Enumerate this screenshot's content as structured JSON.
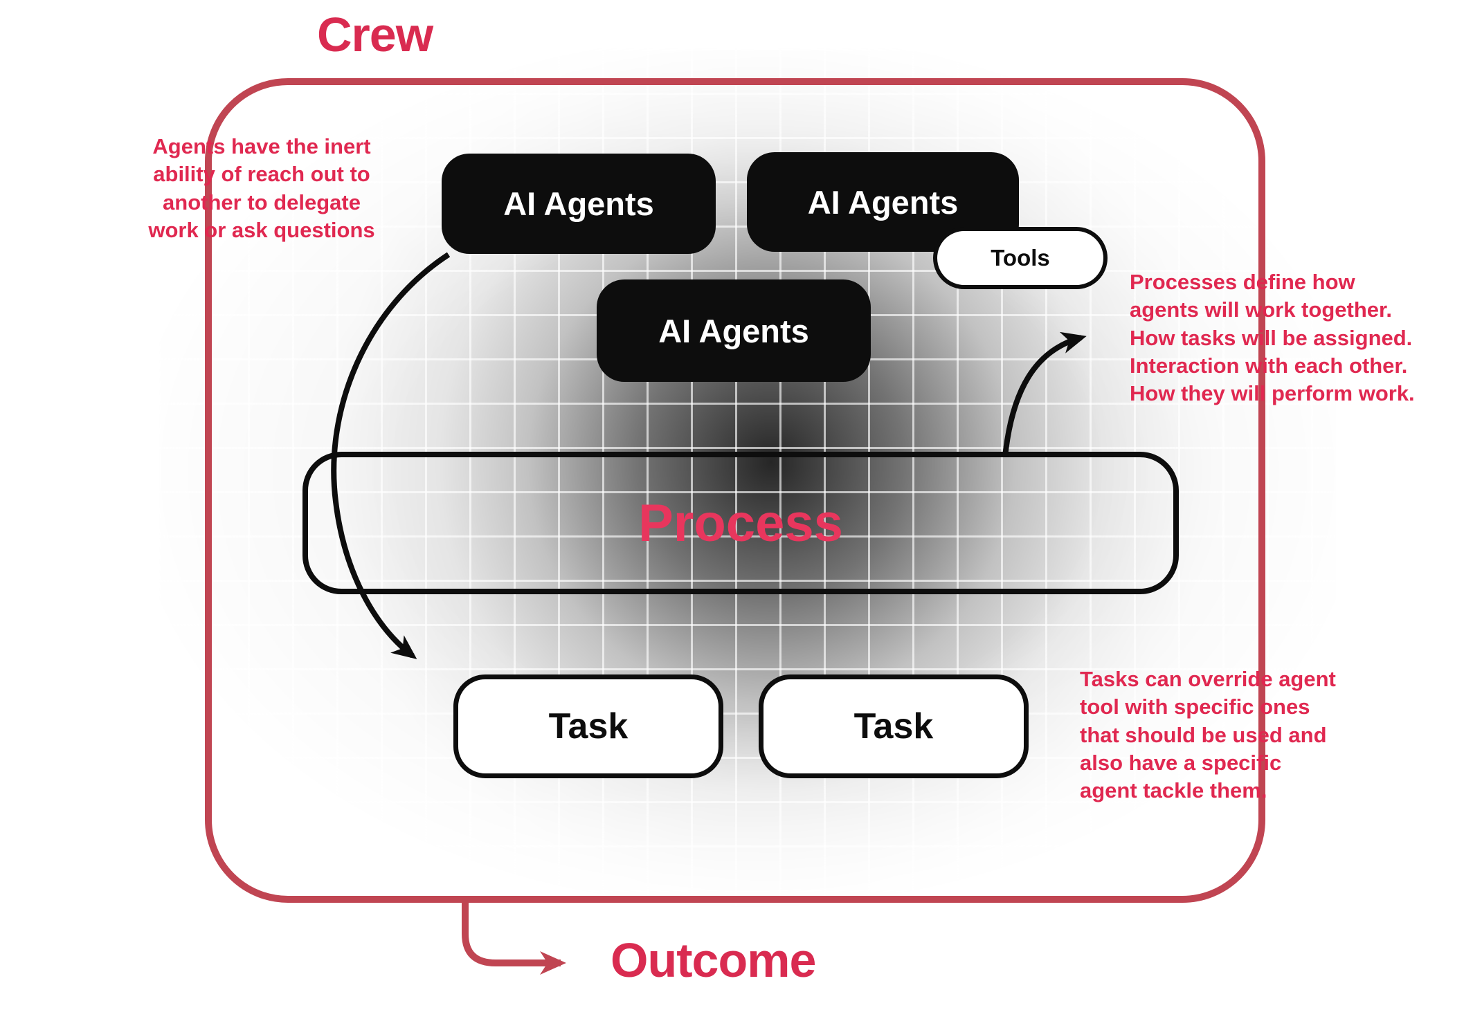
{
  "title": "Crew",
  "outcome_label": "Outcome",
  "process_label": "Process",
  "tools_label": "Tools",
  "agents": [
    {
      "label": "AI Agents"
    },
    {
      "label": "AI Agents"
    },
    {
      "label": "AI Agents"
    }
  ],
  "tasks": [
    {
      "label": "Task"
    },
    {
      "label": "Task"
    }
  ],
  "annotations": {
    "left": "Agents have the inert\nability of reach out to\nanother to delegate\nwork or ask questions",
    "right_top": "Processes define how\nagents will work together.\nHow tasks will be assigned.\nInteraction with each other.\nHow they will perform work.",
    "right_bottom": "Tasks can override agent\ntool with specific ones\nthat should be used and\nalso have a specific\nagent tackle them."
  },
  "colors": {
    "accent": "#d92b50",
    "border_red": "#c04552",
    "box_black": "#0d0d0d"
  }
}
